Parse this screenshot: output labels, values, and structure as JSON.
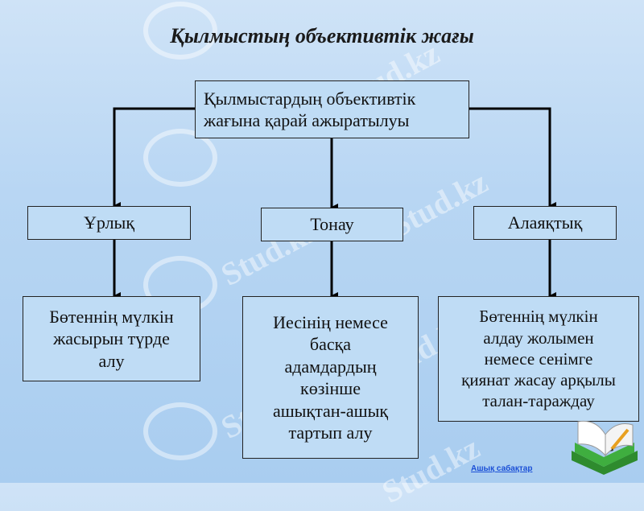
{
  "title": "Қылмыстың объективтік жағы",
  "root": {
    "line1": "Қылмыстардың объективтік",
    "line2": "жағына қарай ажыратылуы"
  },
  "categories": [
    {
      "label": "Ұрлық",
      "description": [
        "Бөтеннің мүлкін",
        "жасырын түрде",
        "алу"
      ]
    },
    {
      "label": "Тонау",
      "description": [
        "Иесінің немесе",
        "басқа",
        "адамдардың",
        "көзінше",
        "ашықтан-ашық",
        "тартып алу"
      ]
    },
    {
      "label": "Алаяқтық",
      "description": [
        "Бөтеннің мүлкін",
        "алдау жолымен",
        "немесе сенімге",
        "қиянат жасау арқылы",
        "талан-тараждау"
      ]
    }
  ],
  "watermark": "Stud.kz",
  "footer_link": "Ашық сабақтар",
  "icons": {
    "book": "book-icon",
    "watermark_logo": "bird-logo-icon"
  }
}
